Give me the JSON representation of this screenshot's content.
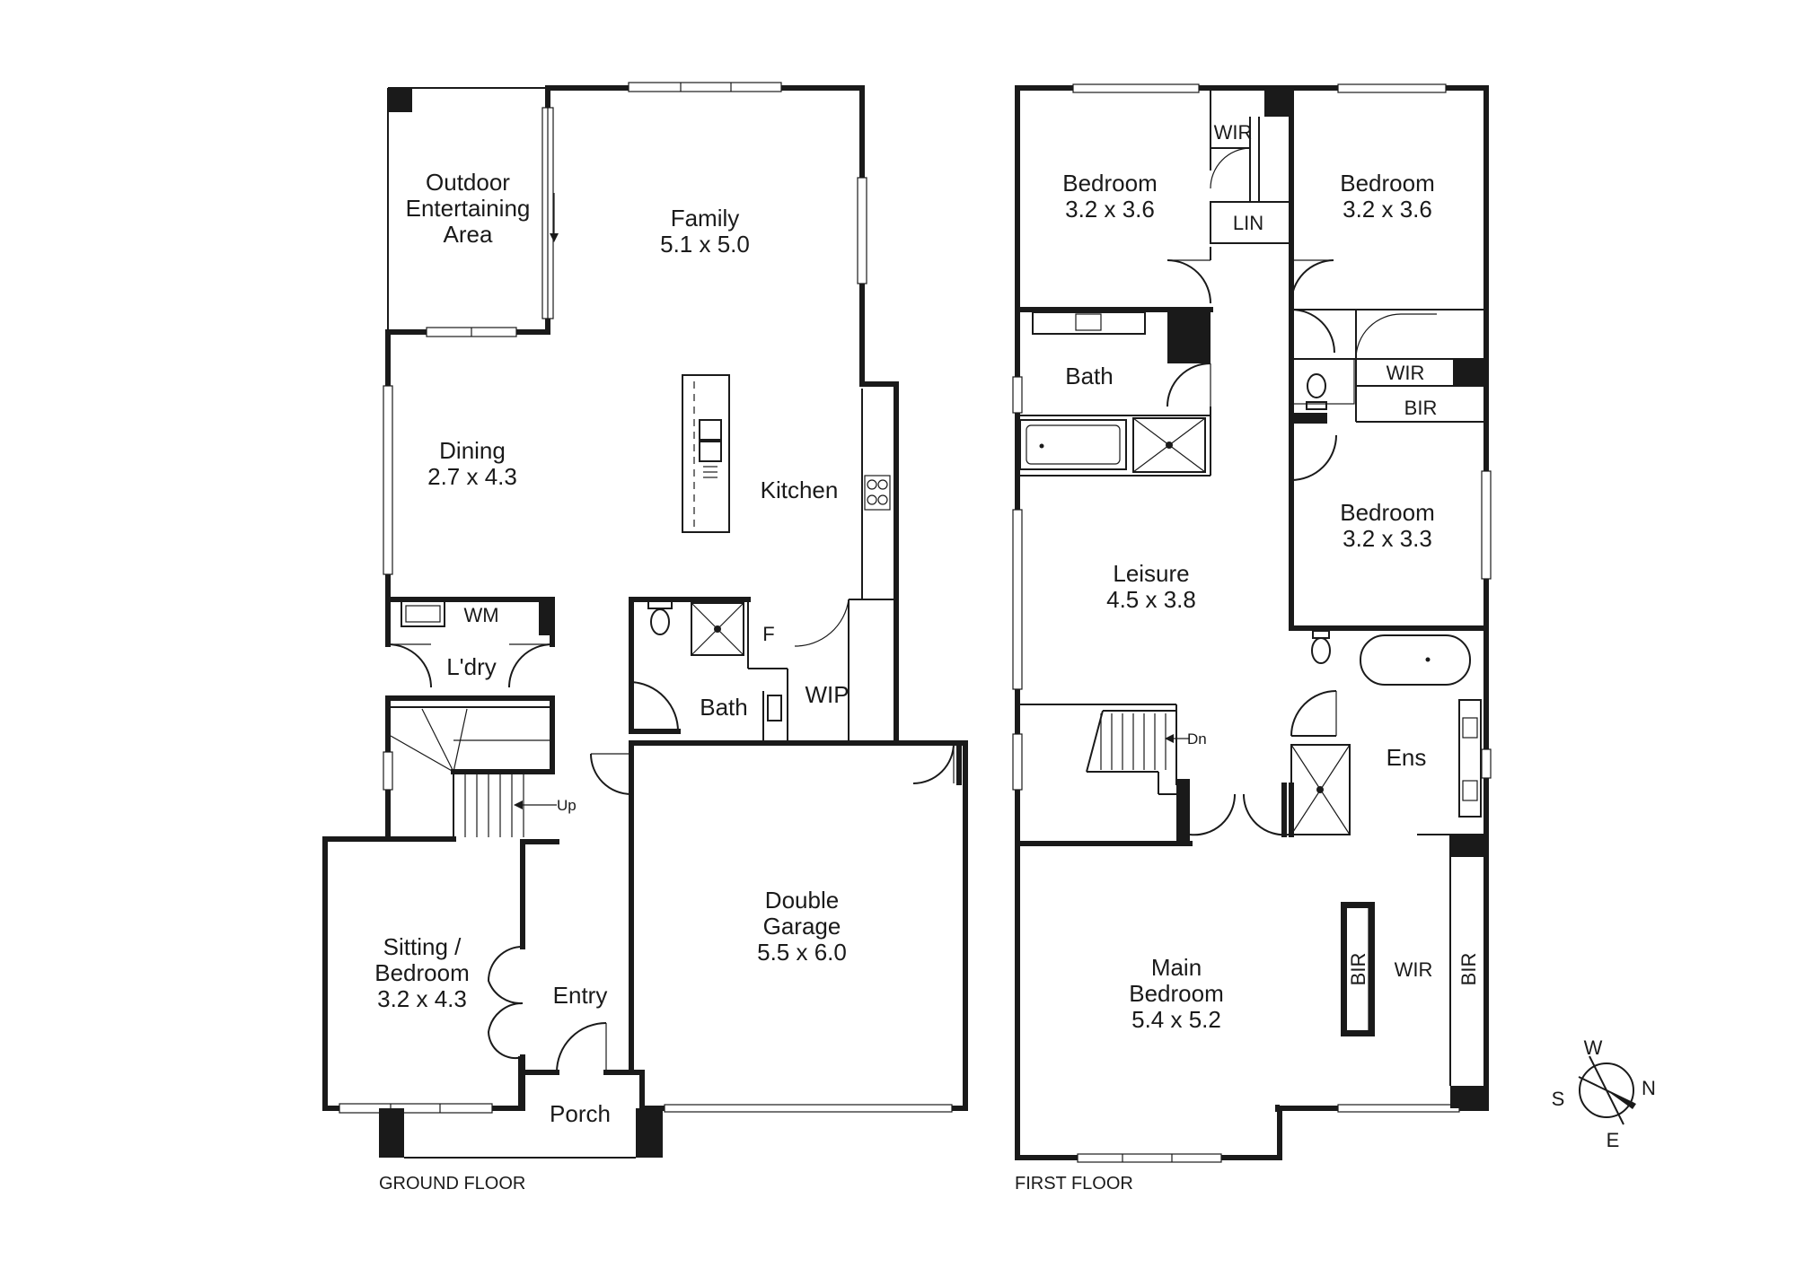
{
  "ground_floor": {
    "caption": "GROUND FLOOR",
    "rooms": {
      "outdoor": [
        "Outdoor",
        "Entertaining",
        "Area"
      ],
      "family": [
        "Family",
        "5.1 x 5.0"
      ],
      "dining": [
        "Dining",
        "2.7 x 4.3"
      ],
      "kitchen": "Kitchen",
      "wm": "WM",
      "laundry": "L'dry",
      "bath": "Bath",
      "fridge": "F",
      "wip": "WIP",
      "stairs_up": "Up",
      "garage": [
        "Double",
        "Garage",
        "5.5 x 6.0"
      ],
      "sitting": [
        "Sitting /",
        "Bedroom",
        "3.2 x 4.3"
      ],
      "entry": "Entry",
      "porch": "Porch"
    }
  },
  "first_floor": {
    "caption": "FIRST FLOOR",
    "rooms": {
      "bedroom_nw": [
        "Bedroom",
        "3.2 x 3.6"
      ],
      "bedroom_ne": [
        "Bedroom",
        "3.2 x 3.6"
      ],
      "wir_top": "WIR",
      "lin": "LIN",
      "bath": "Bath",
      "wir_mid": "WIR",
      "bir_mid": "BIR",
      "bedroom_e": [
        "Bedroom",
        "3.2 x 3.3"
      ],
      "leisure": [
        "Leisure",
        "4.5 x 3.8"
      ],
      "stairs_down": "Dn",
      "ens": "Ens",
      "main_bedroom": [
        "Main",
        "Bedroom",
        "5.4 x 5.2"
      ],
      "bir_left": "BIR",
      "wir_main": "WIR",
      "bir_right": "BIR"
    }
  },
  "compass": {
    "n": "N",
    "s": "S",
    "e": "E",
    "w": "W"
  }
}
